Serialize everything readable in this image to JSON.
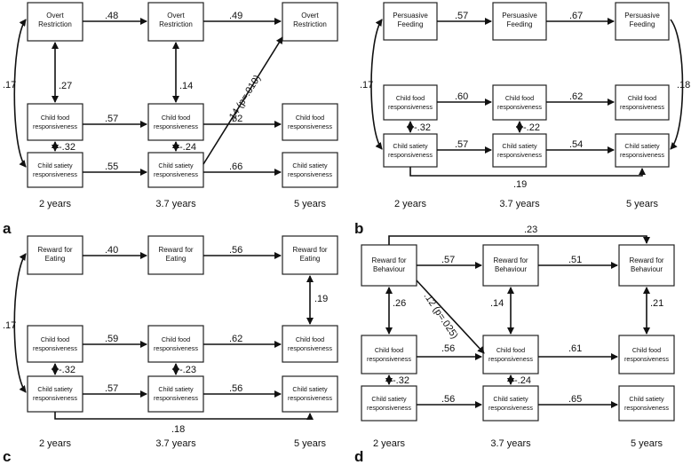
{
  "panels": {
    "a": {
      "label": "a",
      "boxes": {
        "r1": [
          "Overt",
          "Restriction"
        ],
        "r2": [
          "Overt",
          "Restriction"
        ],
        "r3": [
          "Overt",
          "Restriction"
        ],
        "f1": [
          "Child food",
          "responsiveness"
        ],
        "f2": [
          "Child food",
          "responsiveness"
        ],
        "f3": [
          "Child food",
          "responsiveness"
        ],
        "s1": [
          "Child satiety",
          "responsiveness"
        ],
        "s2": [
          "Child satiety",
          "responsiveness"
        ],
        "s3": [
          "Child satiety",
          "responsiveness"
        ]
      },
      "coefs": {
        "r12": ".48",
        "r23": ".49",
        "r_s": ".17",
        "r1f1": ".27",
        "r2f2": ".14",
        "diag": ".14 (p=.010)",
        "f12": ".57",
        "f23": ".62",
        "fs1": "-.32",
        "fs2": "-.24",
        "s12": ".55",
        "s23": ".66"
      },
      "times": [
        "2 years",
        "3.7 years",
        "5 years"
      ]
    },
    "b": {
      "label": "b",
      "boxes": {
        "r1": [
          "Persuasive",
          "Feeding"
        ],
        "r2": [
          "Persuasive",
          "Feeding"
        ],
        "r3": [
          "Persuasive",
          "Feeding"
        ],
        "f1": [
          "Child food",
          "responsiveness"
        ],
        "f2": [
          "Child food",
          "responsiveness"
        ],
        "f3": [
          "Child food",
          "responsiveness"
        ],
        "s1": [
          "Child satiety",
          "responsiveness"
        ],
        "s2": [
          "Child satiety",
          "responsiveness"
        ],
        "s3": [
          "Child satiety",
          "responsiveness"
        ]
      },
      "coefs": {
        "r12": ".57",
        "r23": ".67",
        "r_s": ".17",
        "r3s3": ".18",
        "f12": ".60",
        "f23": ".62",
        "fs1": "-.32",
        "fs2": "-.22",
        "s12": ".57",
        "s23": ".54",
        "s13": ".19"
      },
      "times": [
        "2 years",
        "3.7 years",
        "5 years"
      ]
    },
    "c": {
      "label": "c",
      "boxes": {
        "r1": [
          "Reward for",
          "Eating"
        ],
        "r2": [
          "Reward for",
          "Eating"
        ],
        "r3": [
          "Reward for",
          "Eating"
        ],
        "f1": [
          "Child food",
          "responsiveness"
        ],
        "f2": [
          "Child food",
          "responsiveness"
        ],
        "f3": [
          "Child food",
          "responsiveness"
        ],
        "s1": [
          "Child satiety",
          "responsiveness"
        ],
        "s2": [
          "Child satiety",
          "responsiveness"
        ],
        "s3": [
          "Child satiety",
          "responsiveness"
        ]
      },
      "coefs": {
        "r12": ".40",
        "r23": ".56",
        "r_s": ".17",
        "r3f3": ".19",
        "f12": ".59",
        "f23": ".62",
        "fs1": "-.32",
        "fs2": "-.23",
        "s12": ".57",
        "s23": ".56",
        "s13": ".18"
      },
      "times": [
        "2 years",
        "3.7 years",
        "5 years"
      ]
    },
    "d": {
      "label": "d",
      "boxes": {
        "r1": [
          "Reward for",
          "Behaviour"
        ],
        "r2": [
          "Reward for",
          "Behaviour"
        ],
        "r3": [
          "Reward for",
          "Behaviour"
        ],
        "f1": [
          "Child food",
          "responsiveness"
        ],
        "f2": [
          "Child food",
          "responsiveness"
        ],
        "f3": [
          "Child food",
          "responsiveness"
        ],
        "s1": [
          "Child satiety",
          "responsiveness"
        ],
        "s2": [
          "Child satiety",
          "responsiveness"
        ],
        "s3": [
          "Child satiety",
          "responsiveness"
        ]
      },
      "coefs": {
        "r13": ".23",
        "r12": ".57",
        "r23": ".51",
        "r1f1": ".26",
        "r2f2": ".14",
        "r3f3": ".21",
        "diag": ".12 (p=.025)",
        "f12": ".56",
        "f23": ".61",
        "fs1": "-.32",
        "fs2": "-.24",
        "s12": ".56",
        "s23": ".65"
      },
      "times": [
        "2 years",
        "3.7 years",
        "5 years"
      ]
    }
  }
}
